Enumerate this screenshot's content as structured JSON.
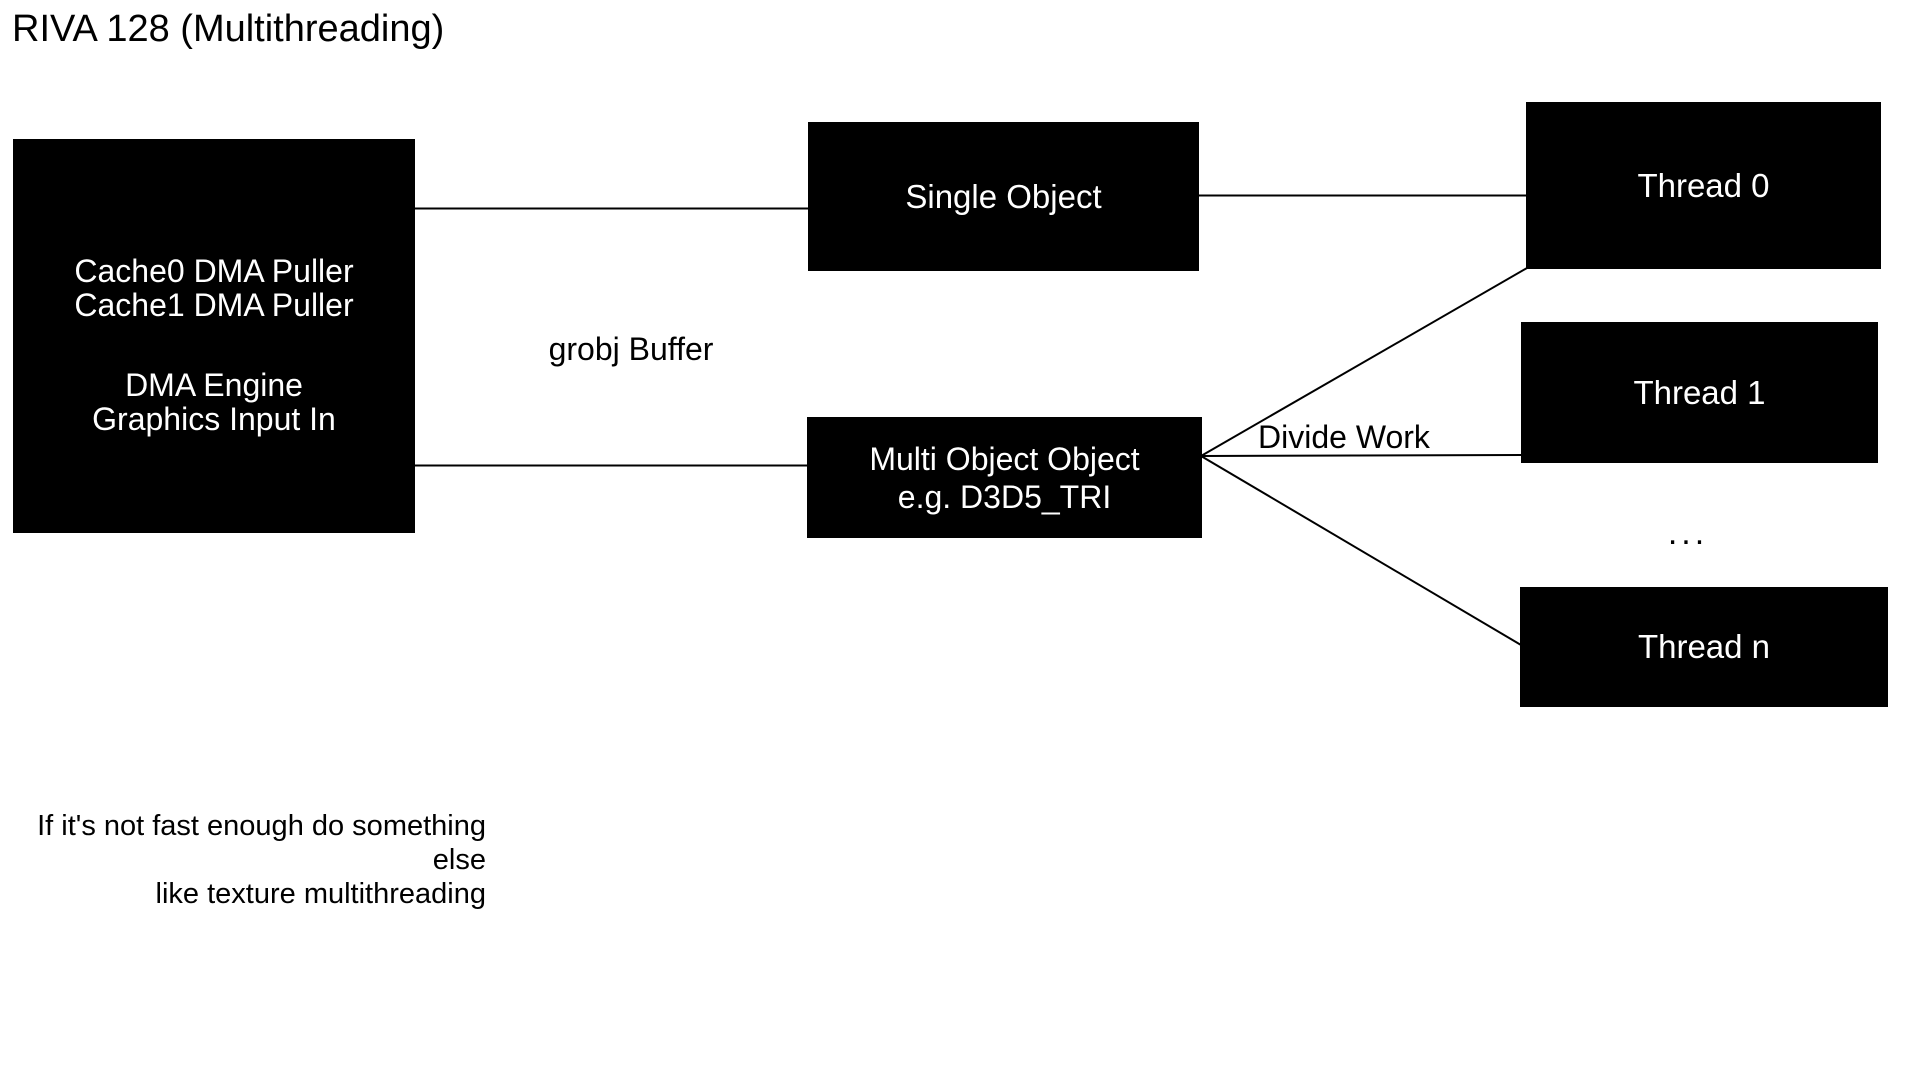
{
  "title": "RIVA 128 (Multithreading)",
  "nodes": {
    "dma": {
      "lines": [
        "Cache0 DMA Puller",
        "Cache1 DMA Puller"
      ],
      "lines2": [
        "DMA Engine",
        "Graphics Input In"
      ]
    },
    "single": {
      "label": "Single Object"
    },
    "multi": {
      "lines": [
        "Multi Object Object",
        "e.g. D3D5_TRI"
      ]
    },
    "thread0": {
      "label": "Thread 0"
    },
    "thread1": {
      "label": "Thread 1"
    },
    "threadn": {
      "label": "Thread n"
    },
    "ellipsis": "..."
  },
  "edge_labels": {
    "grobj_buffer": "grobj Buffer",
    "divide_work": "Divide Work"
  },
  "note": {
    "line1": "If it's not fast enough do something else",
    "line2": "like texture multithreading"
  },
  "colors": {
    "background": "#ffffff",
    "box_fill": "#000000",
    "box_text": "#ffffff",
    "line": "#000000",
    "text": "#000000"
  }
}
